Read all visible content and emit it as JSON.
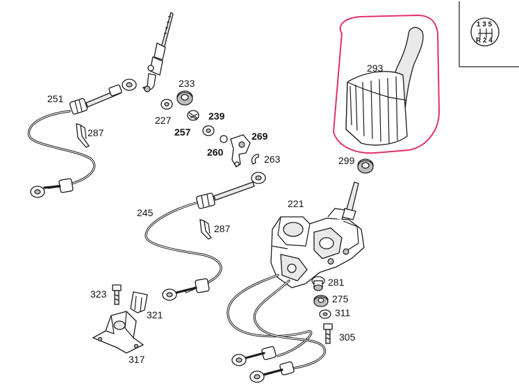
{
  "labels": [
    {
      "id": "251",
      "text": "251",
      "bold": false
    },
    {
      "id": "287a",
      "text": "287",
      "bold": false
    },
    {
      "id": "233",
      "text": "233",
      "bold": false
    },
    {
      "id": "227",
      "text": "227",
      "bold": false
    },
    {
      "id": "257",
      "text": "257",
      "bold": true
    },
    {
      "id": "239",
      "text": "239",
      "bold": true
    },
    {
      "id": "269",
      "text": "269",
      "bold": true
    },
    {
      "id": "260",
      "text": "260",
      "bold": true
    },
    {
      "id": "263",
      "text": "263",
      "bold": false
    },
    {
      "id": "293",
      "text": "293",
      "bold": false
    },
    {
      "id": "299",
      "text": "299",
      "bold": false
    },
    {
      "id": "221",
      "text": "221",
      "bold": false
    },
    {
      "id": "245",
      "text": "245",
      "bold": false
    },
    {
      "id": "287b",
      "text": "287",
      "bold": false
    },
    {
      "id": "323",
      "text": "323",
      "bold": false
    },
    {
      "id": "321",
      "text": "321",
      "bold": false
    },
    {
      "id": "317",
      "text": "317",
      "bold": false
    },
    {
      "id": "281",
      "text": "281",
      "bold": false
    },
    {
      "id": "275",
      "text": "275",
      "bold": false
    },
    {
      "id": "311",
      "text": "311",
      "bold": false
    },
    {
      "id": "305",
      "text": "305",
      "bold": false
    }
  ],
  "gear_pattern": {
    "top": "1 3 5",
    "bottom": "R 2 4"
  },
  "highlight_color": "#e0306a"
}
